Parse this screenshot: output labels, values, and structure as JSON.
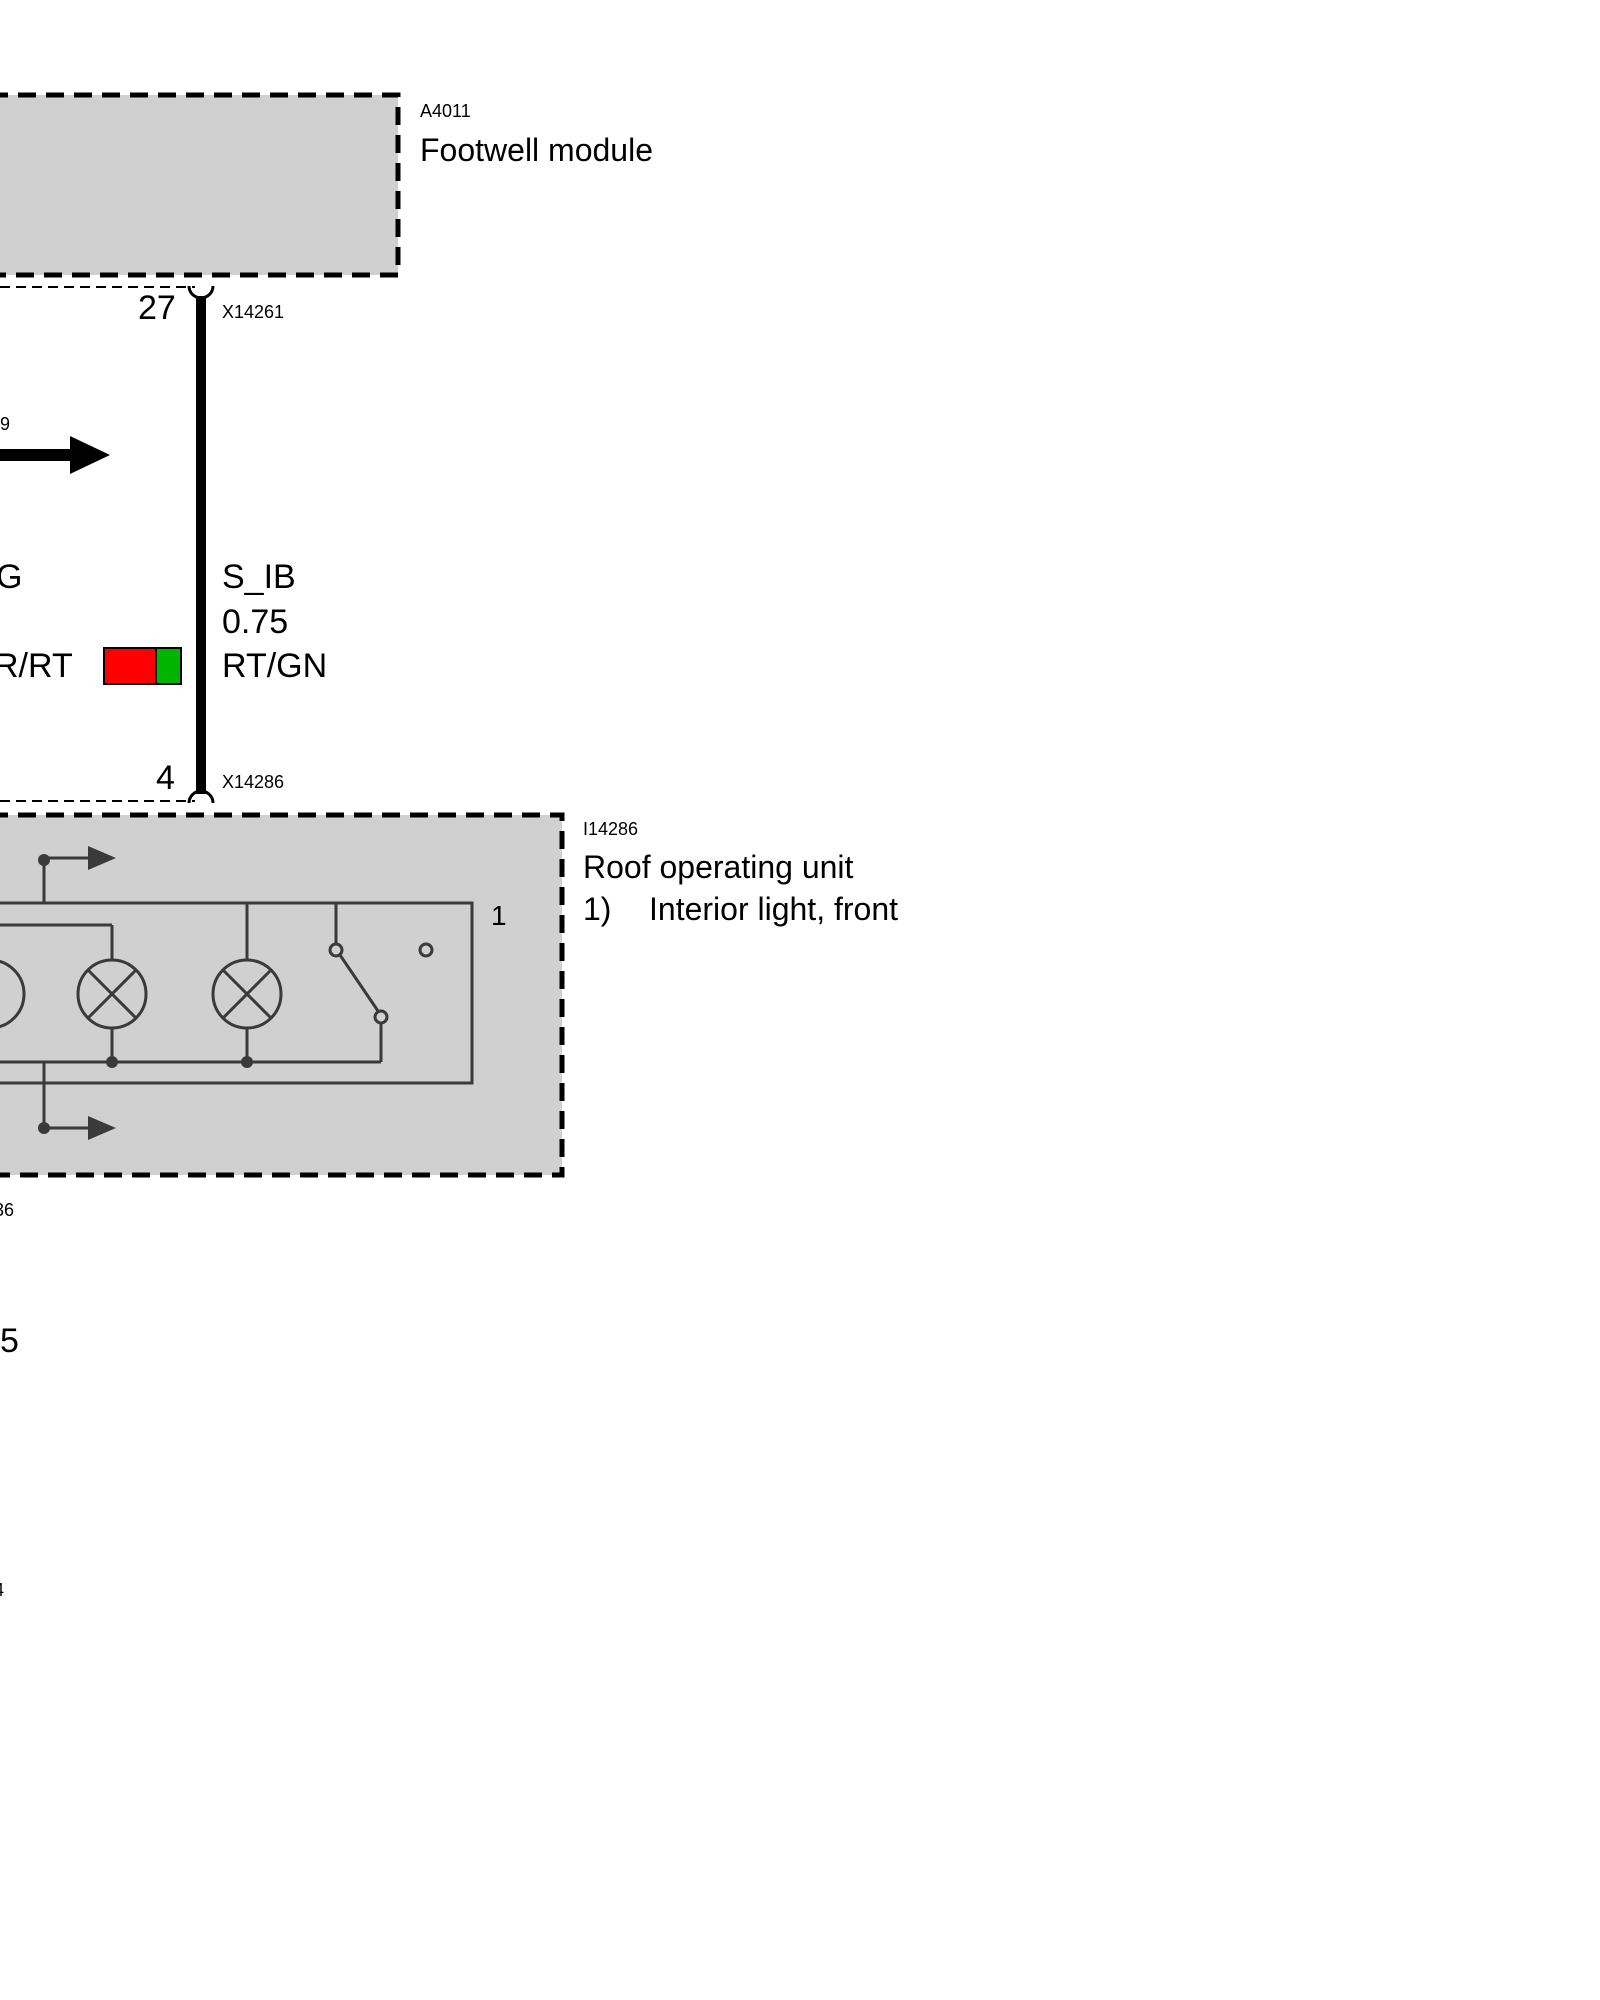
{
  "footwell": {
    "id": "A4011",
    "name": "Footwell module",
    "pin": "27",
    "connector": "X14261"
  },
  "wire": {
    "signal": "S_IB",
    "size": "0.75",
    "color_code": "RT/GN",
    "colors": [
      "#ff0000",
      "#00b400"
    ]
  },
  "left_wire": {
    "signal_fragment": "G",
    "color_fragment": "R/RT",
    "number_fragment": "9",
    "colors": [
      "#ff0000",
      "#00b400"
    ]
  },
  "roof_unit": {
    "pin": "4",
    "connector": "X14286",
    "id": "I14286",
    "name": "Roof operating unit",
    "note_marker": "1)",
    "note_text": "Interior light, front",
    "inner_pin": "1"
  },
  "left_fragments": {
    "connector_fragment": "36",
    "value_fragment": "5",
    "bottom_fragment": "4"
  },
  "colors": {
    "module_fill": "#d0d0d0",
    "border": "#000000",
    "component_line": "#3a3a3a"
  }
}
